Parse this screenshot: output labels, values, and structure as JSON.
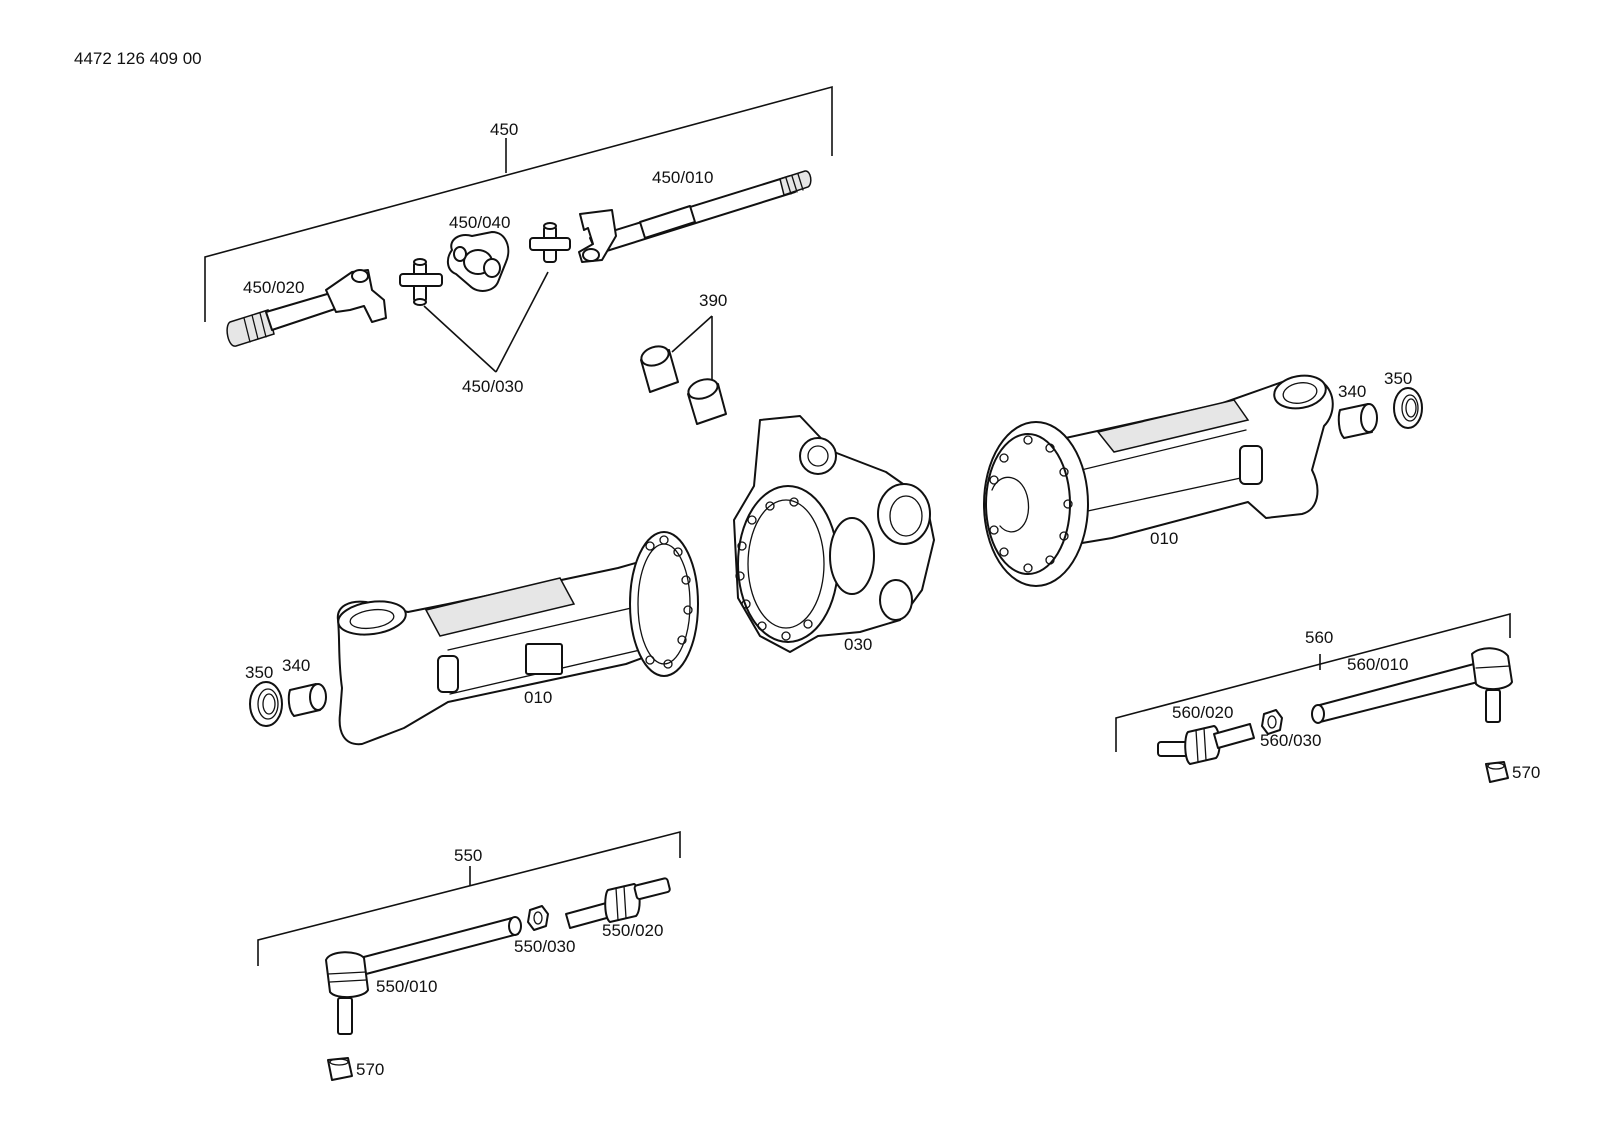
{
  "document": {
    "number": "4472 126 409 00"
  },
  "labels": {
    "l450": "450",
    "l450_010": "450/010",
    "l450_020": "450/020",
    "l450_030": "450/030",
    "l450_040": "450/040",
    "l390": "390",
    "l340_right": "340",
    "l350_right": "350",
    "l010_right": "010",
    "l030": "030",
    "l350_left": "350",
    "l340_left": "340",
    "l010_left": "010",
    "l560": "560",
    "l560_010": "560/010",
    "l560_020": "560/020",
    "l560_030": "560/030",
    "l570_right": "570",
    "l550": "550",
    "l550_010": "550/010",
    "l550_020": "550/020",
    "l550_030": "550/030",
    "l570_left": "570"
  }
}
